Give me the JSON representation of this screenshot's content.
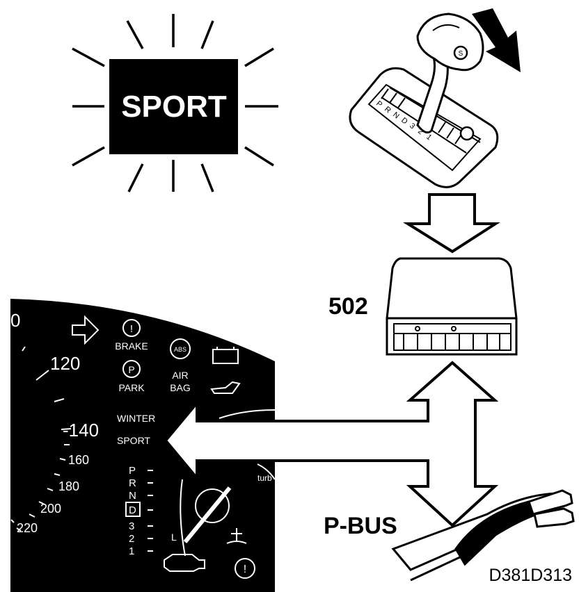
{
  "indicator": {
    "label": "SPORT"
  },
  "module": {
    "label": "502"
  },
  "bus": {
    "label": "P-BUS"
  },
  "figure_code": "D381D313",
  "cluster": {
    "speed_marks": [
      "0",
      "120",
      "-140",
      "160",
      "180",
      "200",
      "220"
    ],
    "warning_labels": [
      "BRAKE",
      "PARK",
      "AIR",
      "BAG",
      "ABS"
    ],
    "mode_labels": [
      "WINTER",
      "SPORT"
    ],
    "gear_labels": [
      "P",
      "R",
      "N",
      "D",
      "3",
      "2",
      "1"
    ],
    "partial_labels": [
      "L",
      "turb"
    ]
  },
  "shifter": {
    "gate_labels": [
      "P",
      "R",
      "N",
      "D",
      "3",
      "2",
      "1"
    ]
  }
}
